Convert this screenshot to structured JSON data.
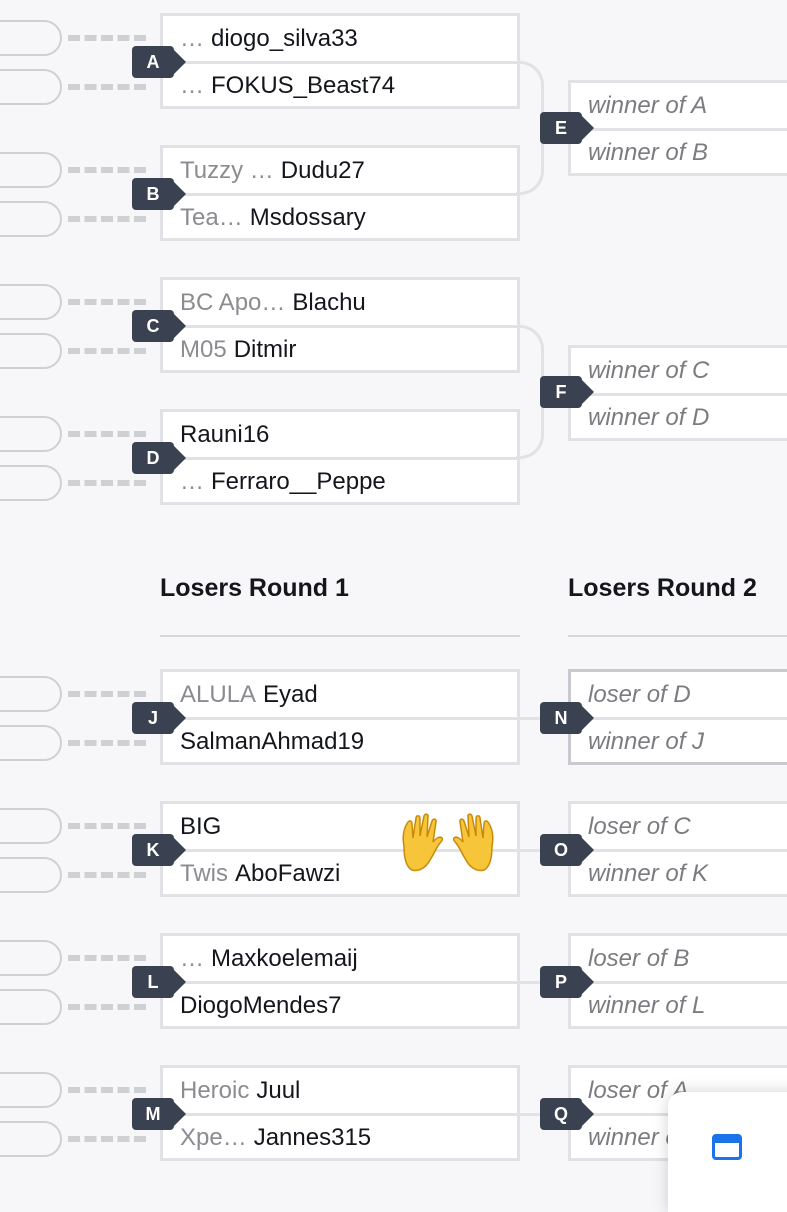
{
  "winners_round_1": [
    {
      "id": "A",
      "p1": {
        "team": "…",
        "name": "diogo_silva33"
      },
      "p2": {
        "team": "…",
        "name": "FOKUS_Beast74"
      }
    },
    {
      "id": "B",
      "p1": {
        "team": "Tuzzy …",
        "name": "Dudu27"
      },
      "p2": {
        "team": "Tea…",
        "name": "Msdossary"
      }
    },
    {
      "id": "C",
      "p1": {
        "team": "BC Apo…",
        "name": "Blachu"
      },
      "p2": {
        "team": "M05",
        "name": "Ditmir"
      }
    },
    {
      "id": "D",
      "p1": {
        "team": "",
        "name": "Rauni16"
      },
      "p2": {
        "team": "…",
        "name": "Ferraro__Peppe"
      }
    }
  ],
  "winners_round_2": [
    {
      "id": "E",
      "p1": "winner of A",
      "p2": "winner of B"
    },
    {
      "id": "F",
      "p1": "winner of C",
      "p2": "winner of D"
    }
  ],
  "losers_headings": {
    "round1": "Losers Round 1",
    "round2": "Losers Round 2"
  },
  "losers_round_1": [
    {
      "id": "J",
      "p1": {
        "team": "ALULA",
        "name": "Eyad"
      },
      "p2": {
        "team": "",
        "name": "SalmanAhmad19"
      }
    },
    {
      "id": "K",
      "p1": {
        "team": "",
        "name": "BIG"
      },
      "p2": {
        "team": "Twis",
        "name": "AboFawzi"
      }
    },
    {
      "id": "L",
      "p1": {
        "team": "…",
        "name": "Maxkoelemaij"
      },
      "p2": {
        "team": "",
        "name": "DiogoMendes7"
      }
    },
    {
      "id": "M",
      "p1": {
        "team": "Heroic",
        "name": "Juul"
      },
      "p2": {
        "team": "Xpe…",
        "name": "Jannes315"
      }
    }
  ],
  "losers_round_2": [
    {
      "id": "N",
      "p1": "loser of D",
      "p2": "winner of J"
    },
    {
      "id": "O",
      "p1": "loser of C",
      "p2": "winner of K"
    },
    {
      "id": "P",
      "p1": "loser of B",
      "p2": "winner of L"
    },
    {
      "id": "Q",
      "p1": "loser of A",
      "p2": "winner of M"
    }
  ],
  "emoji": "🙌",
  "icons": {
    "floating_button": "browser-window-icon"
  },
  "colors": {
    "badge": "#3a4150",
    "accent": "#1a73e8",
    "border": "#e1e2e6"
  }
}
